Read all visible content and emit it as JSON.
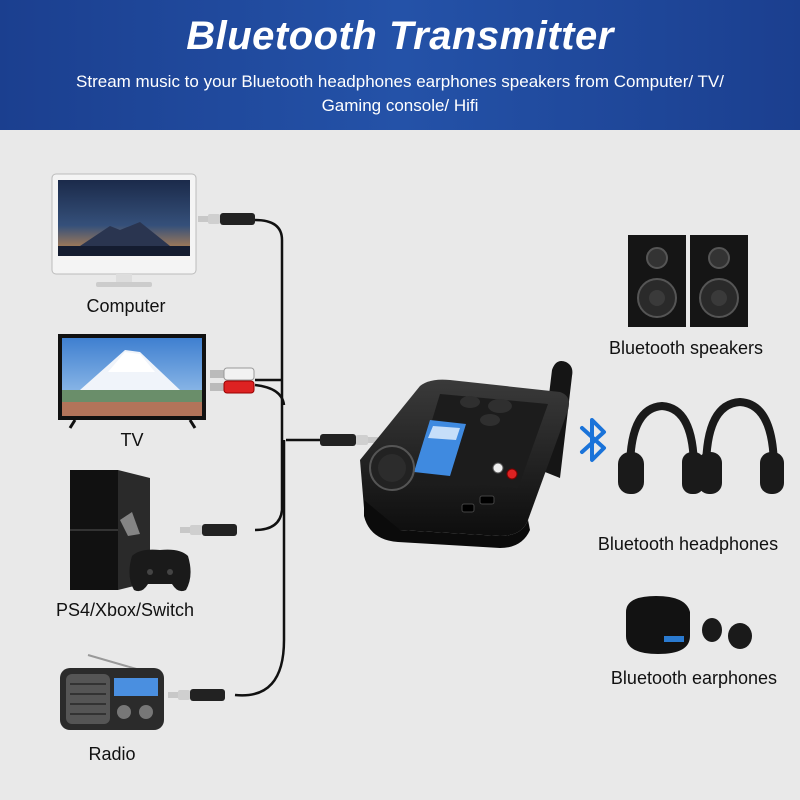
{
  "header": {
    "title": "Bluetooth Transmitter",
    "subtitle": "Stream music to your Bluetooth headphones earphones speakers from Computer/ TV/ Gaming console/ Hifi"
  },
  "sources": {
    "computer": "Computer",
    "tv": "TV",
    "console": "PS4/Xbox/Switch",
    "radio": "Radio"
  },
  "outputs": {
    "speakers": "Bluetooth speakers",
    "headphones": "Bluetooth headphones",
    "earphones": "Bluetooth earphones"
  },
  "colors": {
    "banner": "#2452a8",
    "bluetooth": "#1a73d9",
    "background": "#e9e9e9"
  }
}
